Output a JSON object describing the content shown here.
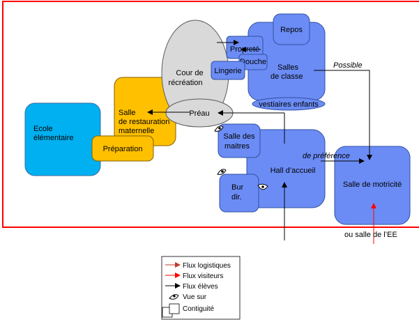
{
  "nodes": {
    "ecole_elementaire": {
      "line1": "Ecole",
      "line2": "élémentaire"
    },
    "salle_restauration": {
      "line1": "Salle",
      "line2": "de restauration",
      "line3": "maternelle"
    },
    "preparation": "Préparation",
    "cour_recreation": {
      "line1": "Cour de",
      "line2": "récréation"
    },
    "preau": "Préau",
    "repos": "Repos",
    "proprete": "Propreté",
    "douche": "Douche",
    "lingerie": "Lingerie",
    "salles_classe": {
      "line1": "Salles",
      "line2": "de classe"
    },
    "vestiaires": "vestiaires enfants",
    "salle_maitres": {
      "line1": "Salle des",
      "line2": "maitres"
    },
    "hall": "Hall d’accueil",
    "bureau": {
      "line1": "Bur",
      "line2": "dir."
    },
    "salle_motricite": "Salle de motricité"
  },
  "annotations": {
    "possible": "Possible",
    "de_preference": "de préférence",
    "ou_salle": "ou salle de l’EE"
  },
  "legend": {
    "items": [
      {
        "label": "Flux logistiques",
        "color": "#c0392b"
      },
      {
        "label": "Flux visiteurs",
        "color": "#ff0000"
      },
      {
        "label": "Flux élèves",
        "color": "#000000"
      },
      {
        "label": "Vue sur",
        "icon": "eye-icon"
      },
      {
        "label": "Contiguité",
        "icon": "contiguity-icon"
      }
    ]
  },
  "colors": {
    "blue": "#6b8cf5",
    "cyan": "#00b0f0",
    "yellow": "#ffc000",
    "grey": "#d9d9d9",
    "site_border": "#ff0000"
  }
}
